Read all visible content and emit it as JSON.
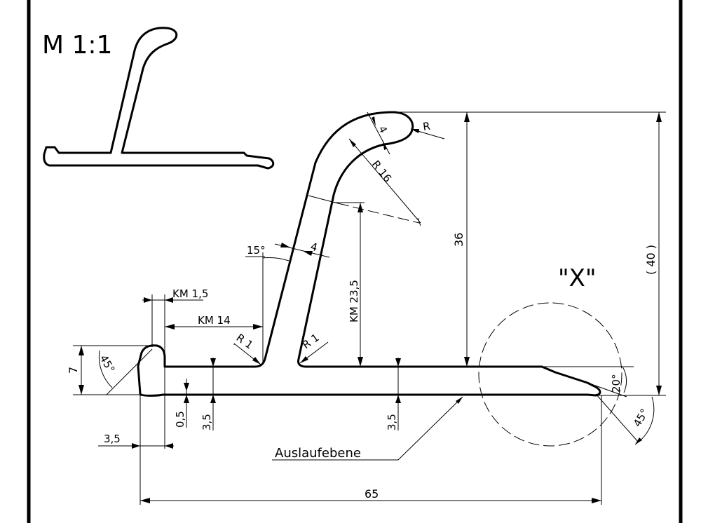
{
  "scale_label": "M 1:1",
  "detail_label": "\"X\"",
  "plane_label": "Auslaufebene",
  "dimensions": {
    "km_1_5": "KM 1,5",
    "km_14": "KM 14",
    "km_23_5": "KM 23,5",
    "height_7": "7",
    "angle_45_left": "45°",
    "radius_r1_left": "R 1",
    "radius_r1_right": "R 1",
    "angle_15": "15°",
    "wall_4_stem": "4",
    "wall_4_tip": "4",
    "radius_r16": "R 16",
    "radius_r": "R",
    "height_36": "36",
    "height_40": "( 40 )",
    "angle_20": "20°",
    "angle_45_right": "45°",
    "thk_0_5": "0,5",
    "thk_3_5_left": "3,5",
    "thk_3_5_right": "3,5",
    "width_3_5": "3,5",
    "length_65": "65"
  }
}
